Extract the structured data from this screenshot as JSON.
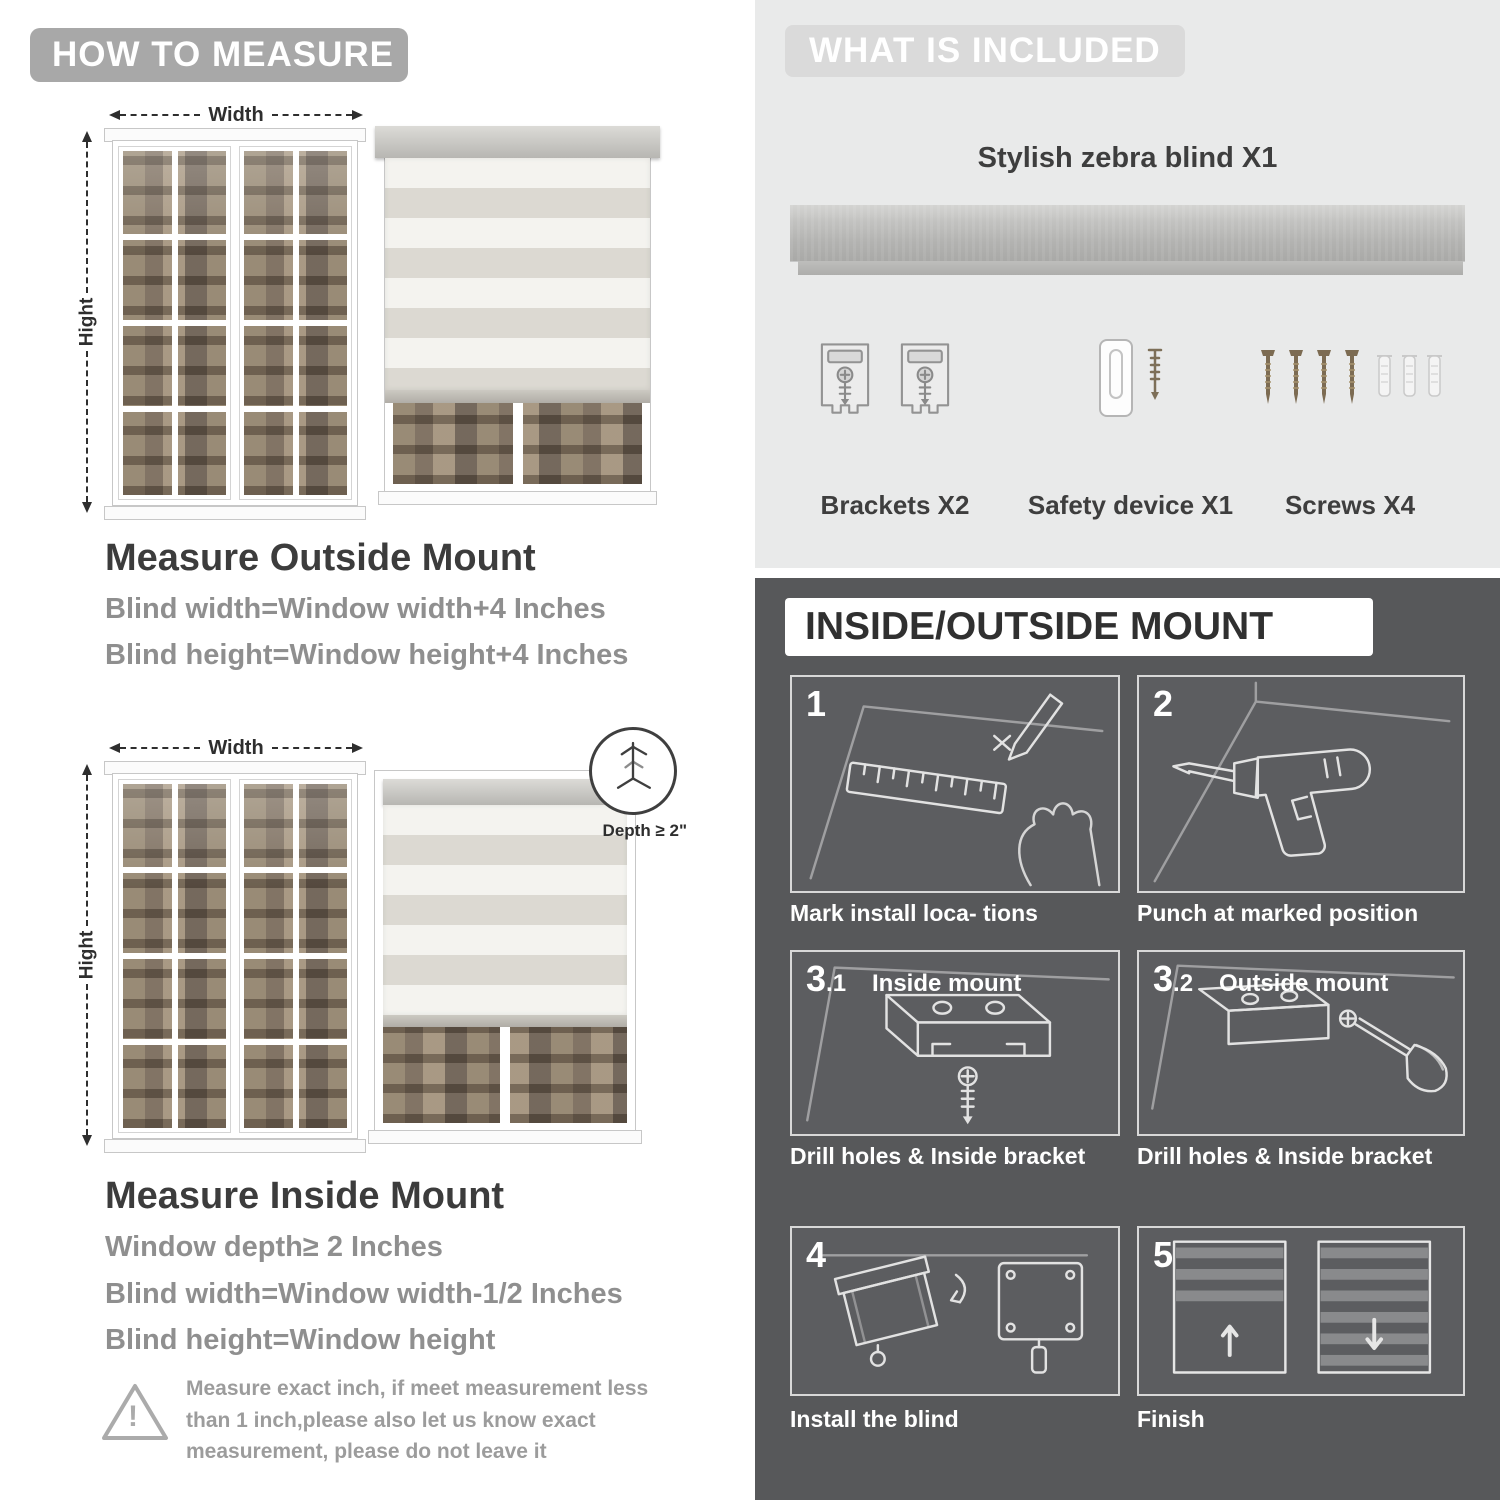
{
  "colors": {
    "banner_gray": "#a8a8a8",
    "light_bg": "#e9eaea",
    "dark_bg": "#57585a"
  },
  "measure": {
    "header": "HOW TO MEASURE",
    "outside": {
      "width_label": "Width",
      "height_label": "Hight",
      "title": "Measure Outside Mount",
      "lines": [
        "Blind width=Window width+4 Inches",
        "Blind height=Window height+4 Inches"
      ]
    },
    "inside": {
      "width_label": "Width",
      "height_label": "Hight",
      "depth_callout": "Depth ≥ 2\"",
      "title": "Measure Inside Mount",
      "lines": [
        "Window depth≥ 2 Inches",
        "Blind width=Window width-1/2 Inches",
        "Blind height=Window height"
      ]
    },
    "warning": {
      "mark": "!",
      "text": "Measure exact inch, if meet measurement less than 1 inch,please also let us know exact measurement, please do not leave it"
    }
  },
  "included": {
    "header": "WHAT IS INCLUDED",
    "product_label": "Stylish zebra blind X1",
    "items": [
      {
        "label": "Brackets X2"
      },
      {
        "label": "Safety device X1"
      },
      {
        "label": "Screws X4"
      }
    ]
  },
  "mount": {
    "header": "INSIDE/OUTSIDE MOUNT",
    "steps": [
      {
        "num": "1",
        "sub": "",
        "title": "",
        "caption": "Mark install loca- tions"
      },
      {
        "num": "2",
        "sub": "",
        "title": "",
        "caption": "Punch at  marked position"
      },
      {
        "num": "3",
        "sub": ".1",
        "title": "Inside mount",
        "caption": "Drill holes &  Inside bracket"
      },
      {
        "num": "3",
        "sub": ".2",
        "title": "Outside mount",
        "caption": "Drill holes &  Inside bracket"
      },
      {
        "num": "4",
        "sub": "",
        "title": "",
        "caption": "Install the blind"
      },
      {
        "num": "5",
        "sub": "",
        "title": "",
        "caption": "Finish"
      }
    ]
  }
}
